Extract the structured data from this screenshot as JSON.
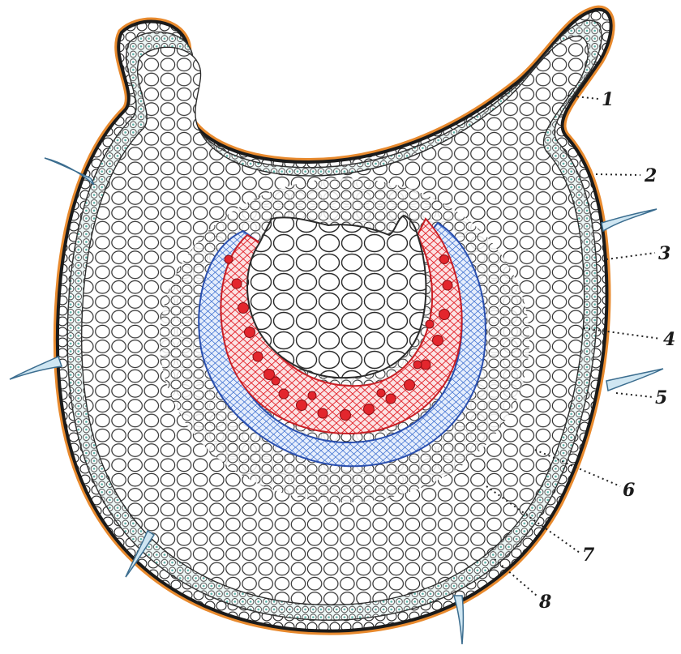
{
  "figure": {
    "structures": [
      {
        "id": "cuticle",
        "color": "#e88a2e"
      },
      {
        "id": "epidermis",
        "color": "#1b1b1b"
      },
      {
        "id": "hypodermis",
        "color": "#5fb3a9"
      },
      {
        "id": "cortex",
        "color": "#2b2b2b"
      },
      {
        "id": "phloem",
        "color": "#3d6fd0"
      },
      {
        "id": "xylem",
        "color": "#e3262d"
      },
      {
        "id": "pith",
        "color": "#2b2b2b"
      },
      {
        "id": "trichome",
        "color": "#7fb6d6"
      }
    ],
    "callouts": [
      {
        "number": "1"
      },
      {
        "number": "2"
      },
      {
        "number": "3"
      },
      {
        "number": "4"
      },
      {
        "number": "5"
      },
      {
        "number": "6"
      },
      {
        "number": "7"
      },
      {
        "number": "8"
      }
    ]
  }
}
